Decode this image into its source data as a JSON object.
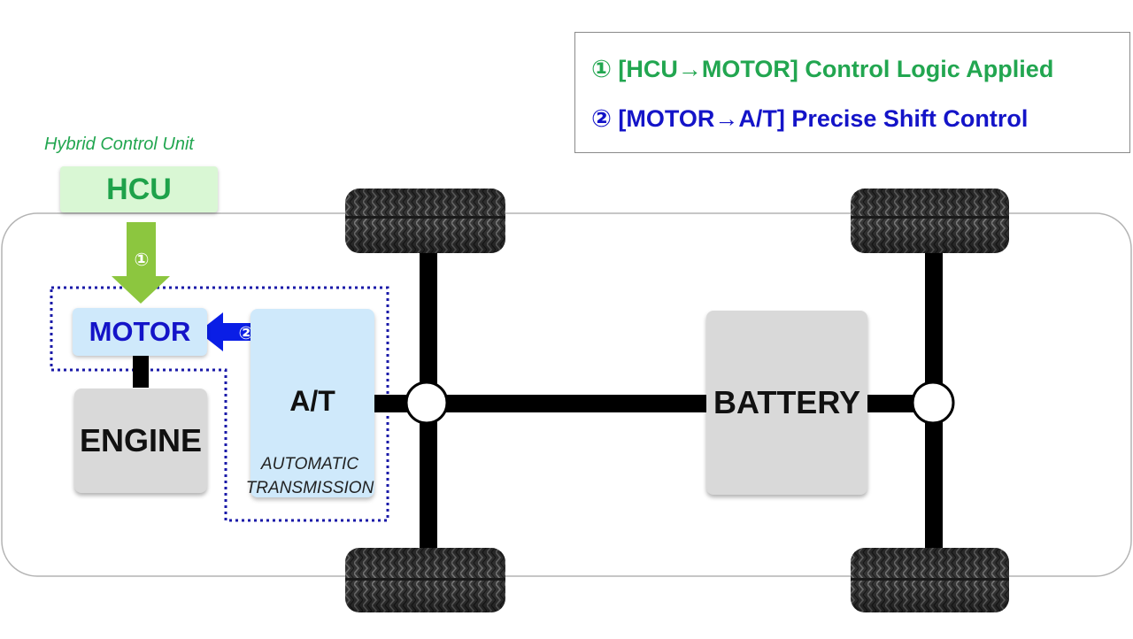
{
  "legend": {
    "item1": "① [HCU→MOTOR] Control Logic Applied",
    "item2": "② [MOTOR→A/T] Precise Shift Control"
  },
  "hcu": {
    "caption": "Hybrid Control Unit",
    "label": "HCU"
  },
  "motor": {
    "label": "MOTOR"
  },
  "engine": {
    "label": "ENGINE"
  },
  "transmission": {
    "label": "A/T",
    "caption_line1": "AUTOMATIC",
    "caption_line2": "TRANSMISSION"
  },
  "battery": {
    "label": "BATTERY"
  },
  "arrows": {
    "hcu_to_motor_marker": "①",
    "motor_to_at_marker": "②"
  },
  "colors": {
    "green_text": "#22a650",
    "blue_text": "#1414c8",
    "hcu_fill": "#d9f7d4",
    "hcu_text": "#1ea24a",
    "green_arrow": "#8cc63f",
    "blue_arrow": "#0a1ee6",
    "motor_fill": "#cfe9fb",
    "at_fill": "#cfe9fb",
    "engine_fill": "#d9d9d9",
    "battery_fill": "#d9d9d9",
    "dotted_border": "#1a1aa8",
    "axle": "#000000"
  }
}
